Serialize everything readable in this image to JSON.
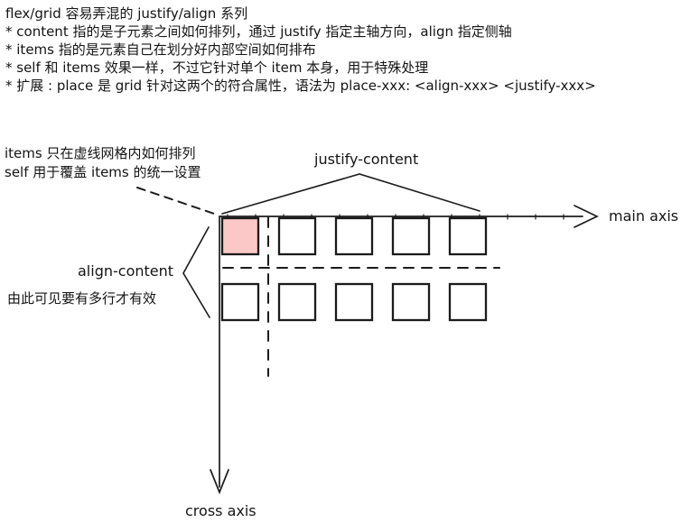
{
  "header": {
    "title": "flex/grid 容易弄混的 justify/align 系列",
    "bullets": [
      "* content 指的是子元素之间如何排列，通过 justify 指定主轴方向，align 指定侧轴",
      "* items 指的是元素自己在划分好内部空间如何排布",
      "* self 和 items 效果一样，不过它针对单个 item 本身，用于特殊处理",
      "* 扩展 : place 是 grid 针对这两个的符合属性，语法为 place-xxx: <align-xxx> <justify-xxx>"
    ]
  },
  "annotations": {
    "items_note_line1": "items 只在虚线网格内如何排列",
    "items_note_line2": "self 用于覆盖 items 的统一设置",
    "justify_content_label": "justify-content",
    "align_content_label": "align-content",
    "align_content_note": "由此可见要有多行才有效",
    "main_axis_label": "main axis",
    "cross_axis_label": "cross axis"
  },
  "diagram": {
    "highlight_color": "#fcc7c7",
    "line_color": "#1b1b1b",
    "rows": 2,
    "squares_per_row": 5
  }
}
